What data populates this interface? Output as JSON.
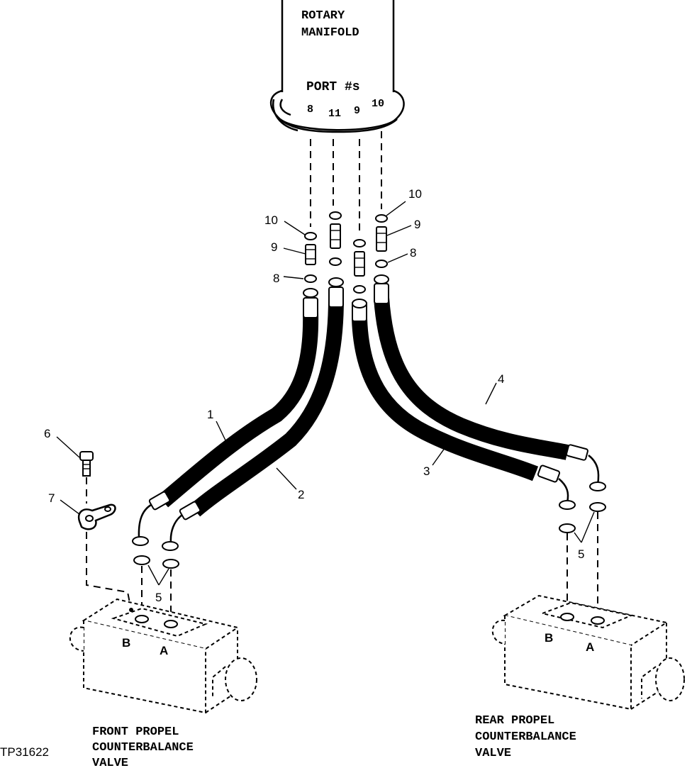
{
  "figure_id": "TP31622",
  "manifold": {
    "title_line1": "ROTARY",
    "title_line2": "MANIFOLD",
    "ports_heading": "PORT #s",
    "port_numbers": [
      "8",
      "11",
      "9",
      "10"
    ]
  },
  "callouts": {
    "hose_1": "1",
    "hose_2": "2",
    "hose_3": "3",
    "hose_4": "4",
    "oring_5_front": "5",
    "oring_5_rear": "5",
    "bolt_6": "6",
    "clamp_7": "7",
    "oring_8_left": "8",
    "oring_8_right": "8",
    "fitting_9_left": "9",
    "fitting_9_right": "9",
    "oring_10_left": "10",
    "oring_10_right": "10"
  },
  "front_valve": {
    "line1": "FRONT PROPEL",
    "line2": "COUNTERBALANCE",
    "line3": "VALVE",
    "port_b": "B",
    "port_a": "A"
  },
  "rear_valve": {
    "line1": "REAR PROPEL",
    "line2": "COUNTERBALANCE",
    "line3": "VALVE",
    "port_b": "B",
    "port_a": "A"
  }
}
